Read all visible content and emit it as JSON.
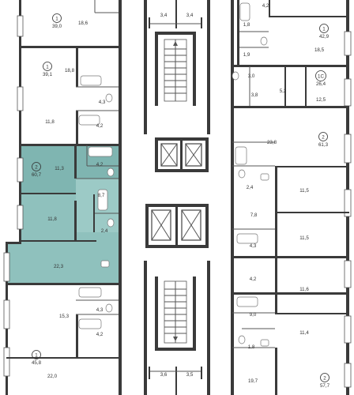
{
  "colors": {
    "highlight": "#8fc1bd",
    "highlight_dark": "#5f9b97",
    "wall": "#3a3a3a",
    "line": "#555555"
  },
  "icons": {
    "elevator": "elevator-icon",
    "stairs": "staircase-icon",
    "bath": "bathtub-icon",
    "toilet": "toilet-icon",
    "sink": "sink-icon"
  },
  "selected_apartment": {
    "rooms": "2",
    "area": "60,7"
  },
  "apartments": [
    {
      "id": "a1",
      "rooms": "1",
      "area": "39,0"
    },
    {
      "id": "a2",
      "rooms": "1",
      "area": "39,1"
    },
    {
      "id": "a3",
      "rooms": "1",
      "area": "45,8"
    },
    {
      "id": "a4",
      "rooms": "1",
      "area": "42,9"
    },
    {
      "id": "a5",
      "rooms": "1С",
      "area": "26,4"
    },
    {
      "id": "a6",
      "rooms": "2",
      "area": "61,3"
    },
    {
      "id": "a7",
      "rooms": "2",
      "area": "57,7"
    }
  ],
  "room_areas": {
    "r1": "18,6",
    "r2": "18,8",
    "r3": "4,3",
    "r4": "11,8",
    "r5": "4,2",
    "r6": "11,3",
    "r7": "4,2",
    "r8": "8,7",
    "r9": "11,8",
    "r10": "2,4",
    "r11": "22,3",
    "r12": "15,3",
    "r13": "4,3",
    "r14": "4,2",
    "r15": "22,0",
    "r16": "3,4",
    "r17": "3,4",
    "r18": "3,6",
    "r19": "3,5",
    "r20": "4,2",
    "r21": "1,8",
    "r22": "1,9",
    "r23": "18,5",
    "r24": "3,0",
    "r25": "3,8",
    "r26": "5,2",
    "r27": "12,5",
    "r28": "23,8",
    "r29": "2,4",
    "r30": "11,5",
    "r31": "7,8",
    "r32": "11,5",
    "r33": "4,3",
    "r34": "4,2",
    "r35": "11,6",
    "r36": "9,0",
    "r37": "11,4",
    "r38": "1,8",
    "r39": "19,7"
  }
}
